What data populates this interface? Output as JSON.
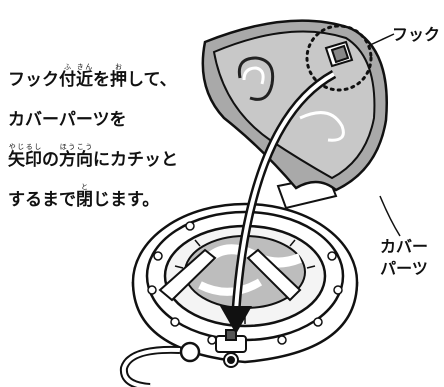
{
  "instructions": {
    "line1": {
      "pre": "フック",
      "r1_base": "付",
      "r1_ruby": "ふ",
      "r2_base": "近",
      "r2_ruby": "きん",
      "mid": "を",
      "r3_base": "押",
      "r3_ruby": "お",
      "post": "して、"
    },
    "line2": "カバーパーツを",
    "line3": {
      "r1_base": "矢印",
      "r1_ruby": "やじるし",
      "mid": "の",
      "r2_base": "方向",
      "r2_ruby": "ほうこう",
      "post": "にカチッと"
    },
    "line4": {
      "pre": "するまで",
      "r1_base": "閉",
      "r1_ruby": "と",
      "post": "じます。"
    }
  },
  "labels": {
    "hook": "フック",
    "cover_line1": "カバー",
    "cover_line2": "パーツ"
  }
}
